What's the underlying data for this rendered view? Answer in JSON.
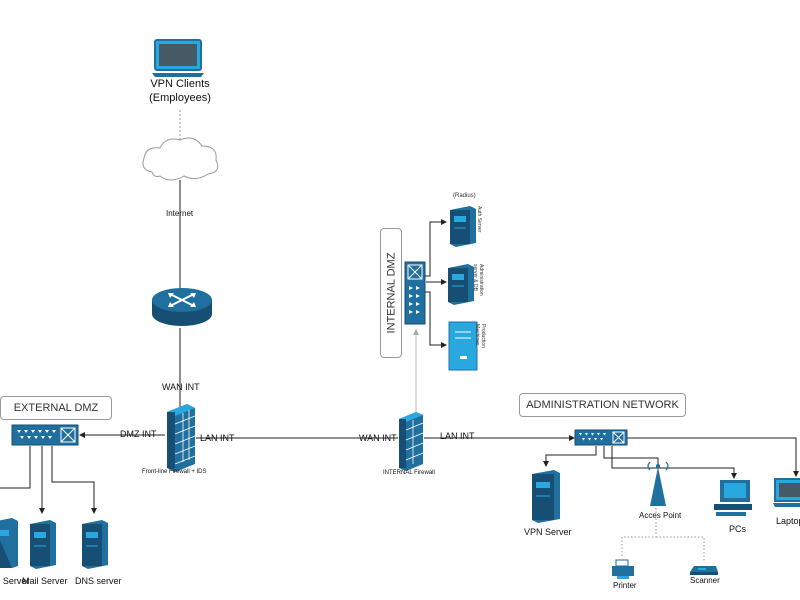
{
  "nodes": {
    "vpn_clients": {
      "line1": "VPN Clients",
      "line2": "(Employees)"
    },
    "internet": {
      "label": "Internet"
    },
    "frontline_firewall": {
      "label": "Front-line Firewall + IDS"
    },
    "internal_firewall": {
      "label": "INTERNAL Firewall"
    },
    "auth_server": {
      "tag": "(Radius)",
      "label": "Auth Server"
    },
    "admin_server": {
      "label": "Administration server & DB"
    },
    "production": {
      "label": "Production Machines"
    },
    "web_server": {
      "label": "Web Server"
    },
    "mail_server": {
      "label": "Mail Server"
    },
    "dns_server": {
      "label": "DNS server"
    },
    "vpn_server": {
      "label": "VPN Server"
    },
    "access_point": {
      "label": "Acces Point"
    },
    "pcs": {
      "label": "PCs"
    },
    "laptops": {
      "label": "Laptops"
    },
    "printer": {
      "label": "Printer"
    },
    "scanner": {
      "label": "Scanner"
    }
  },
  "zones": {
    "external_dmz": "EXTERNAL DMZ",
    "internal_dmz": "INTERNAL DMZ",
    "admin_network": "ADMINISTRATION NETWORK"
  },
  "interfaces": {
    "wan1": "WAN INT",
    "dmz": "DMZ INT",
    "lan1": "LAN INT",
    "wan2": "WAN INT",
    "lan2": "LAN INT"
  },
  "colors": {
    "device": "#1f6f9f",
    "device_dark": "#164f73",
    "device_light": "#29a8e0",
    "line": "#222222",
    "dotted": "#9a9a9a"
  }
}
